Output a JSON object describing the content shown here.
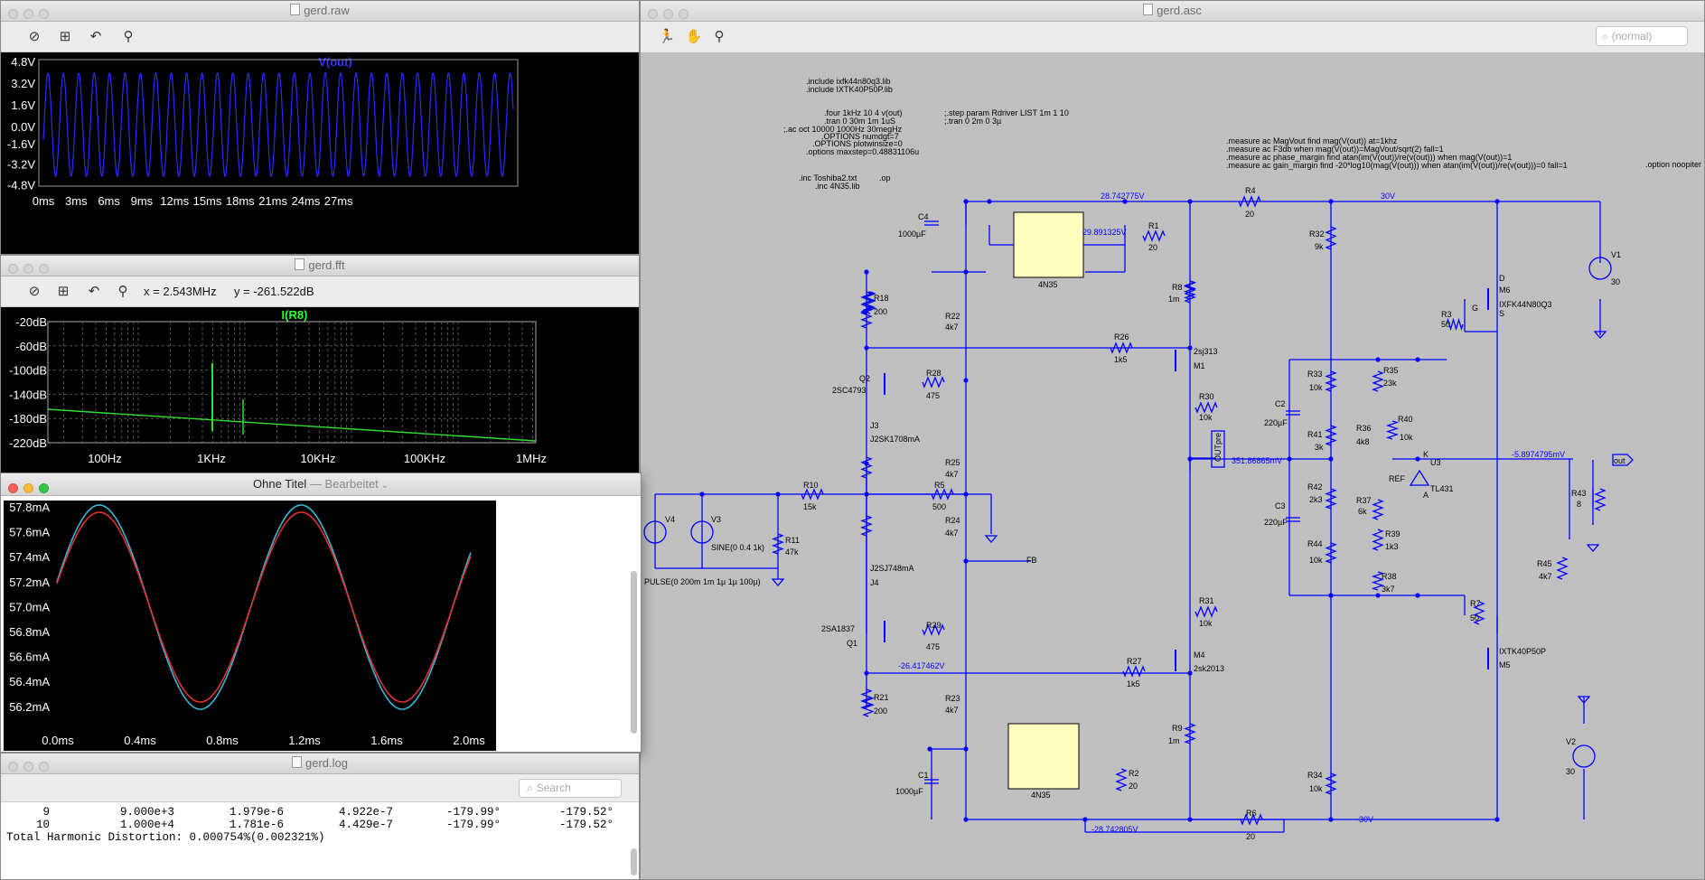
{
  "raw": {
    "title": "gerd.raw",
    "trace": "V(out)",
    "y_ticks": [
      "4.8V",
      "3.2V",
      "1.6V",
      "0.0V",
      "-1.6V",
      "-3.2V",
      "-4.8V"
    ],
    "x_ticks": [
      "0ms",
      "3ms",
      "6ms",
      "9ms",
      "12ms",
      "15ms",
      "18ms",
      "21ms",
      "24ms",
      "27ms"
    ]
  },
  "fft": {
    "title": "gerd.fft",
    "cursor_x": "x = 2.543MHz",
    "cursor_y": "y = -261.522dB",
    "trace": "I(R8)",
    "y_ticks": [
      "-20dB",
      "-60dB",
      "-100dB",
      "-140dB",
      "-180dB",
      "-220dB"
    ],
    "x_ticks": [
      "100Hz",
      "1KHz",
      "10KHz",
      "100KHz",
      "1MHz"
    ]
  },
  "untitled": {
    "title": "Ohne Titel",
    "subtitle": "— Bearbeitet",
    "y_ticks": [
      "57.8mA",
      "57.6mA",
      "57.4mA",
      "57.2mA",
      "57.0mA",
      "56.8mA",
      "56.6mA",
      "56.4mA",
      "56.2mA"
    ],
    "x_ticks": [
      "0.0ms",
      "0.4ms",
      "0.8ms",
      "1.2ms",
      "1.6ms",
      "2.0ms"
    ]
  },
  "log": {
    "title": "gerd.log",
    "search_placeholder": "Search",
    "rows": [
      [
        "9",
        "9.000e+3",
        "1.979e-6",
        "4.922e-7",
        "-179.99°",
        "-179.52°"
      ],
      [
        "10",
        "1.000e+4",
        "1.781e-6",
        "4.429e-7",
        "-179.99°",
        "-179.52°"
      ]
    ],
    "thd": "Total Harmonic Distortion: 0.000754%(0.002321%)"
  },
  "asc": {
    "title": "gerd.asc",
    "search_placeholder": "(normal)",
    "directives": [
      ".include ixfk44n80q3.lib",
      ".include IXTK40P50P.lib",
      ".four 1kHz 10 4 v(out)",
      ".tran 0 30m 1m 1uS",
      ";.ac oct 10000 1000Hz 30megHz",
      ".OPTIONS numdgt=7",
      ".OPTIONS plotwinsize=0",
      ".options maxstep=0.48831106u",
      ";.step param Rdriver LIST 1m 1 10",
      ";.tran 0 2m 0 3µ",
      ".inc Toshiba2.txt",
      ".op",
      ".inc 4N35.lib",
      ".measure ac MagVout find mag(V(out)) at=1khz",
      ".measure ac F3db when mag(V(out))=MagVout/sqrt(2) fall=1",
      ".measure ac phase_margin find atan(im(V(out))/re(v(out))) when mag(V(out))=1",
      ".measure ac gain_margin find -20*log10(mag(V(out))) when atan(im(V(out))/re(v(out)))=0 fall=1",
      ".option noopiter"
    ],
    "labels": {
      "v_top": "28.742775V",
      "v_30": "30V",
      "v_opto": "29.891325V",
      "v_out": "-5.8974795mV",
      "v_mid": "351.86865mV",
      "v_neg": "-26.417462V",
      "v_bot": "-28.742805V",
      "v_m30": "-30V",
      "C4": "C4",
      "C4v": "1000µF",
      "R1": "R1",
      "R1v": "20",
      "R4": "R4",
      "R4v": "20",
      "R32": "R32",
      "R32v": "9k",
      "V1": "V1",
      "V1v": "30",
      "U_top": "4N35",
      "R18": "R18",
      "R18v": "200",
      "R22": "R22",
      "R22v": "4k7",
      "R8": "R8",
      "R8v": "1m",
      "R26": "R26",
      "R26v": "1k5",
      "M1a": "2sj313",
      "M1": "M1",
      "R3": "R3",
      "R3v": "50",
      "M6": "M6",
      "M6p": "IXFK44N80Q3",
      "Q2": "Q2",
      "Q2p": "2SC4793",
      "R28": "R28",
      "R28v": "475",
      "R33": "R33",
      "R33v": "10k",
      "R35": "R35",
      "R35v": "23k",
      "J3": "J3",
      "J3p": "J2SK1708mA",
      "R30": "R30",
      "R30v": "10k",
      "C2": "C2",
      "C2v": "220µF",
      "R36": "R36",
      "R36v": "4k8",
      "R40": "R40",
      "R40v": "10k",
      "R41": "R41",
      "R41v": "3k",
      "U3": "U3",
      "U3p": "TL431",
      "R25": "R25",
      "R25v": "4k7",
      "V4": "V4",
      "V3": "V3",
      "R10": "R10",
      "R10v": "15k",
      "R5": "R5",
      "R5v": "500",
      "R42": "R42",
      "R42v": "2k3",
      "R37": "R37",
      "R37v": "6k",
      "R43": "R43",
      "R43v": "8",
      "C3": "C3",
      "C3v": "220µF",
      "R24": "R24",
      "R24v": "4k7",
      "R11": "R11",
      "R11v": "47k",
      "V3p": "SINE(0 0.4 1k)",
      "FB": "FB",
      "R39": "R39",
      "R39v": "1k3",
      "R44": "R44",
      "R44v": "10k",
      "R45": "R45",
      "R45v": "4k7",
      "J4p": "J2SJ748mA",
      "J4": "J4",
      "R38": "R38",
      "R38v": "3k7",
      "V4p": "PULSE(0 200m 1m 1µ 1µ 100µ)",
      "R31": "R31",
      "R31v": "10k",
      "R7": "R7",
      "R7v": "50",
      "Q1p": "2SA1837",
      "Q1": "Q1",
      "R29": "R29",
      "R29v": "475",
      "R27": "R27",
      "R27v": "1k5",
      "M4": "M4",
      "M4p": "2sk2013",
      "M5p": "IXTK40P50P",
      "M5": "M5",
      "R21": "R21",
      "R21v": "200",
      "R23": "R23",
      "R23v": "4k7",
      "R9": "R9",
      "R9v": "1m",
      "V2": "V2",
      "V2v": "30",
      "C1": "C1",
      "C1v": "1000µF",
      "R2": "R2",
      "R2v": "20",
      "U_bot": "4N35",
      "R34": "R34",
      "R34v": "10k",
      "R6": "R6",
      "R6v": "20",
      "out": "out",
      "OUTpre": "OUTpre",
      "K": "K",
      "A": "A",
      "REF": "REF",
      "D": "D",
      "G": "G",
      "S": "S"
    }
  }
}
